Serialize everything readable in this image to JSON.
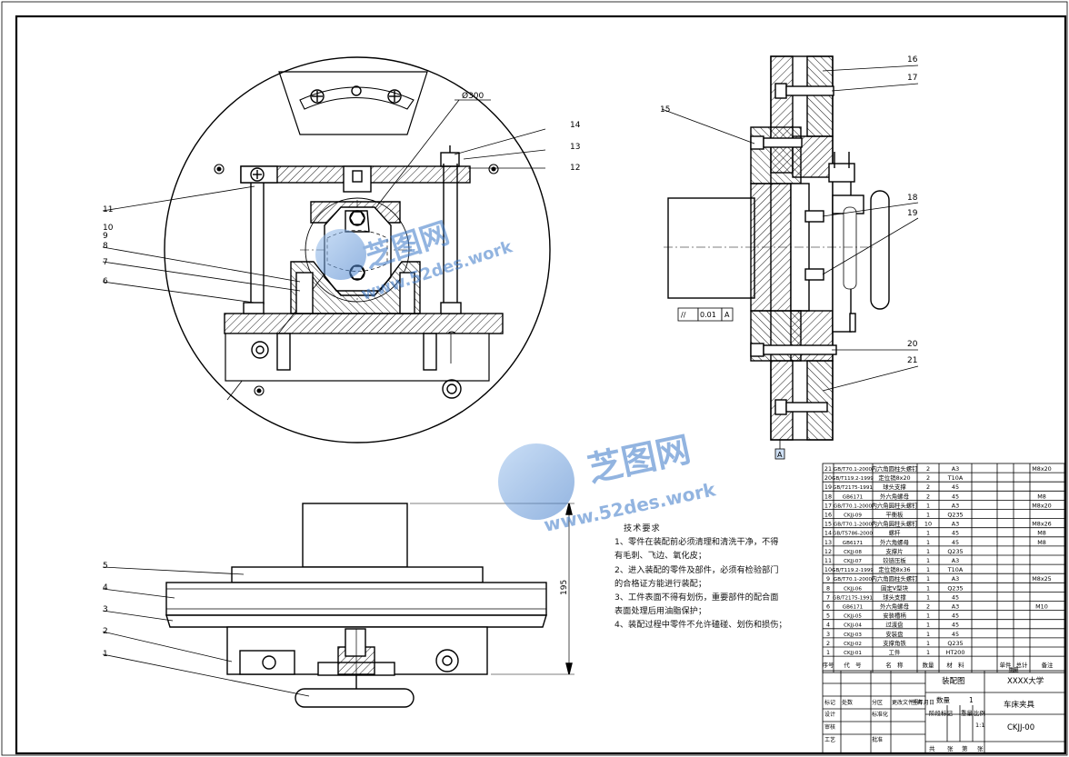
{
  "drawing": {
    "tech_title": "技术要求",
    "tech_lines": [
      "1、零件在装配前必须清理和清洗干净，不得",
      "有毛刺、飞边、氧化皮；",
      "2、进入装配的零件及部件，必须有检验部门",
      "的合格证方能进行装配；",
      "3、工件表面不得有划伤，重要部件的配合面",
      "表面处理后用油脂保护；",
      "4、装配过程中零件不允许磕碰、划伤和损伤；"
    ],
    "dim_diameter": "Ø300",
    "dim_height": "195",
    "datum_tol": [
      "//",
      "0.01",
      "A"
    ],
    "datum_mark": "A",
    "callouts_front": [
      "14",
      "13",
      "12",
      "11",
      "10",
      "9",
      "8",
      "7",
      "6"
    ],
    "callouts_side": [
      "16",
      "17",
      "15",
      "18",
      "19",
      "20",
      "21"
    ],
    "callouts_bottom": [
      "5",
      "4",
      "3",
      "2",
      "1"
    ],
    "watermark_text": "www.52des.work"
  },
  "bom": {
    "rows": [
      [
        "21",
        "GB/T70.1-2000",
        "内六角圆柱头螺钉",
        "2",
        "A3",
        "M8x20"
      ],
      [
        "20",
        "GB/T119.2-1999",
        "定位销8x20",
        "2",
        "T10A",
        ""
      ],
      [
        "19",
        "GB/T2175-1991",
        "球头支撑",
        "2",
        "45",
        ""
      ],
      [
        "18",
        "GB6171",
        "外六角螺母",
        "2",
        "45",
        "M8"
      ],
      [
        "17",
        "GB/T70.1-2000",
        "内六角圆柱头螺钉",
        "1",
        "A3",
        "M8x20"
      ],
      [
        "16",
        "CKJJ-09",
        "平衡板",
        "1",
        "Q235",
        ""
      ],
      [
        "15",
        "GB/T70.1-2000",
        "内六角圆柱头螺钉",
        "10",
        "A3",
        "M8x26"
      ],
      [
        "14",
        "GB/T5786-2000",
        "螺杆",
        "1",
        "45",
        "M8"
      ],
      [
        "13",
        "GB6171",
        "外六角螺母",
        "1",
        "45",
        "M8"
      ],
      [
        "12",
        "CKJJ-08",
        "支撑片",
        "1",
        "Q235",
        ""
      ],
      [
        "11",
        "CKJJ-07",
        "铰链压板",
        "1",
        "A3",
        ""
      ],
      [
        "10",
        "GB/T119.2-1999",
        "定位销8x36",
        "1",
        "T10A",
        ""
      ],
      [
        "9",
        "GB/T70.1-2000",
        "内六角圆柱头螺钉",
        "1",
        "A3",
        "M8x25"
      ],
      [
        "8",
        "CKJJ-06",
        "固定V型块",
        "1",
        "Q235",
        ""
      ],
      [
        "7",
        "GB/T2175-1991",
        "球头支撑",
        "1",
        "45",
        ""
      ],
      [
        "6",
        "GB6171",
        "外六角螺母",
        "2",
        "A3",
        "M10"
      ],
      [
        "5",
        "CKJJ-05",
        "安装槽柄",
        "1",
        "45",
        ""
      ],
      [
        "4",
        "CKJJ-04",
        "过渡盘",
        "1",
        "45",
        ""
      ],
      [
        "3",
        "CKJJ-03",
        "安装盘",
        "1",
        "45",
        ""
      ],
      [
        "2",
        "CKJJ-02",
        "支撑角铁",
        "1",
        "Q235",
        ""
      ],
      [
        "1",
        "CKJJ-01",
        "工件",
        "1",
        "HT200",
        ""
      ]
    ],
    "header": {
      "no": "序号",
      "code": "代　号",
      "name": "名　称",
      "qty": "数量",
      "material": "材　料",
      "unit_w": "单件",
      "total_w": "总计",
      "weight": "重量",
      "remark": "备注"
    }
  },
  "title_block": {
    "drawing_type": "装配图",
    "school": "XXXX大学",
    "qty_label": "数量",
    "qty_value": "1",
    "part_name": "车床夹具",
    "stage_label": "阶段标记",
    "weight_label": "重量",
    "scale_label": "比例",
    "scale_value": "1:1",
    "drawing_no": "CKJJ-00",
    "row_labels": [
      "标记",
      "处数",
      "分区",
      "更改文件号",
      "签名",
      "年月日"
    ],
    "design": "设计",
    "standard": "标准化",
    "review": "审核",
    "process": "工艺",
    "approve": "批准",
    "sheets": [
      "共",
      "张",
      "第",
      "张"
    ]
  }
}
